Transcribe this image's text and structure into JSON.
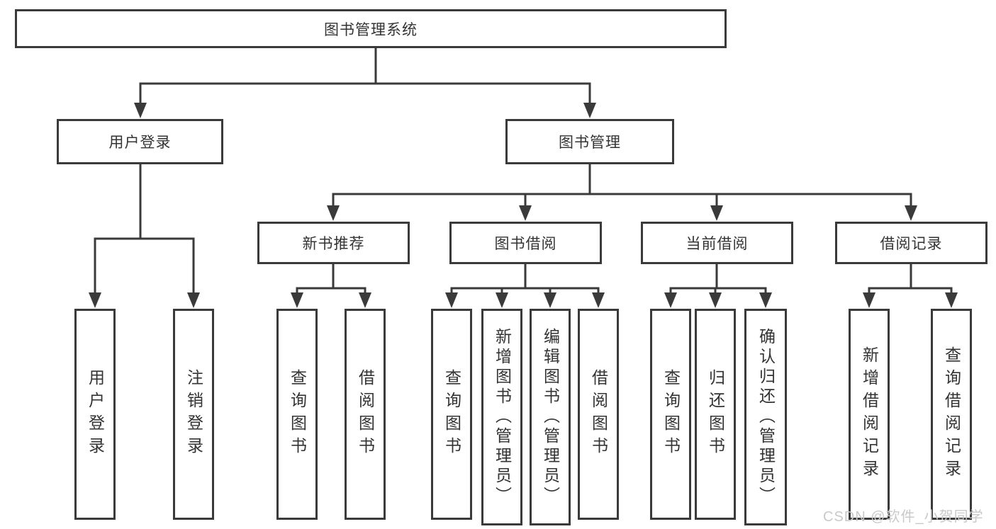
{
  "diagram": {
    "type": "hierarchy-tree",
    "tree": {
      "root": "图书管理系统",
      "user_login": {
        "label": "用户登录",
        "children": {
          "login": "用户登录",
          "logout": "注销登录"
        }
      },
      "book_mgmt": {
        "label": "图书管理",
        "new_book_rec": {
          "label": "新书推荐",
          "children": {
            "query_books": "查询图书",
            "borrow_books": "借阅图书"
          }
        },
        "book_borrow": {
          "label": "图书借阅",
          "children": {
            "query_books": "查询图书",
            "add_books": "新增图书（管理员）",
            "edit_books": "编辑图书（管理员）",
            "borrow_books": "借阅图书"
          }
        },
        "current_borrow": {
          "label": "当前借阅",
          "children": {
            "query_books": "查询图书",
            "return_books": "归还图书",
            "confirm_return": "确认归还（管理员）"
          }
        },
        "borrow_record": {
          "label": "借阅记录",
          "children": {
            "add_record": "新增借阅记录",
            "query_record": "查询借阅记录"
          }
        }
      }
    },
    "colors": {
      "line": "#3a3a3a",
      "text": "#333333",
      "background": "#ffffff",
      "watermark": "#c9c9c9"
    }
  },
  "watermark": "CSDN @软件_小贺同学"
}
